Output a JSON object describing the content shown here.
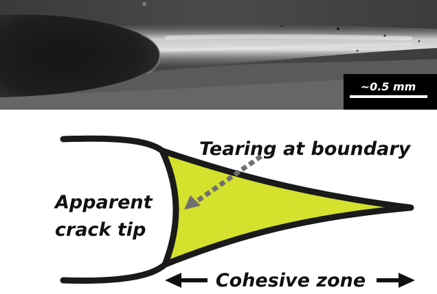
{
  "photo": {
    "scale_bar_label": "~0.5 mm"
  },
  "diagram": {
    "label_tearing": "Tearing at boundary",
    "label_crack_tip_line1": "Apparent",
    "label_crack_tip_line2": "crack tip",
    "label_cohesive_zone": "Cohesive zone"
  },
  "colors": {
    "cohesive_fill": "#d4e12d",
    "outline": "#1a1a1a",
    "arrow_dashed": "#707070"
  }
}
